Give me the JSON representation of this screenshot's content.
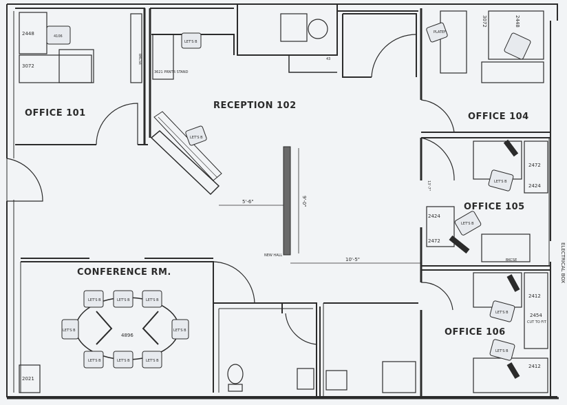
{
  "rooms": {
    "office_101": "OFFICE 101",
    "reception_102": "RECEPTION 102",
    "office_104": "OFFICE 104",
    "office_105": "OFFICE 105",
    "office_106": "OFFICE 106",
    "conference": "CONFERENCE RM."
  },
  "furniture_codes": {
    "o101_desk": "2448",
    "o101_chair": "4106",
    "o101_credenza": "3072",
    "storage": "BKCSE",
    "printer_stand": "3621 PRNTR STAND",
    "counter_code": "43",
    "o104_credenza": "3072",
    "o104_desk": "2448",
    "o104_chair": "PLATEF",
    "o105_a": "2472",
    "o105_b": "2424",
    "o105_c": "2424",
    "o105_d": "2472",
    "o105_bkcse": "BKCSE",
    "o106_a": "2412",
    "o106_b": "2454",
    "o106_cut": "CUT TO FIT",
    "o106_c": "2412",
    "conf_table": "4896",
    "corner_code": "2021"
  },
  "chair_label": "LET'S B",
  "dimensions": {
    "reception_width": "5'-6\"",
    "reception_height": "9'-0\"",
    "hall_length": "10'-5\"",
    "office105_height": "13'-7\""
  },
  "notes": {
    "new_hall": "NEW HALL",
    "electrical_box": "ELECTRICAL BOX"
  }
}
